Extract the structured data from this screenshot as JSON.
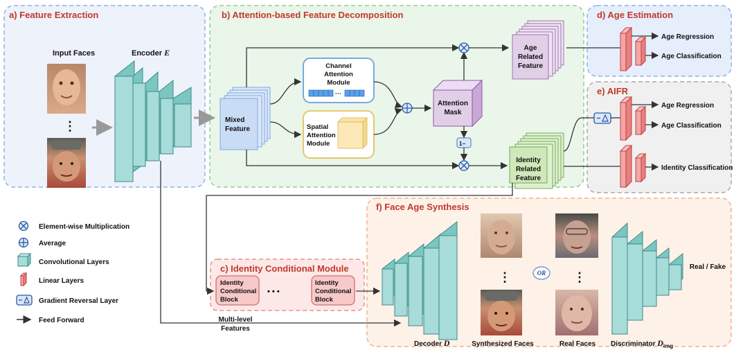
{
  "sections": {
    "feature_extraction": "a) Feature Extraction",
    "attention_decomp": "b) Attention-based Feature Decomposition",
    "icm": "c) Identity Conditional Module",
    "age_estimation": "d) Age Estimation",
    "aifr": "e) AIFR",
    "synthesis": "f) Face Age Synthesis"
  },
  "labels": {
    "input_faces": "Input Faces",
    "encoder": "Encoder",
    "encoder_sym": "E",
    "mixed_feature": [
      "Mixed",
      "Feature"
    ],
    "channel_attention": [
      "Channel",
      "Attention",
      "Module"
    ],
    "spatial_attention": [
      "Spatial",
      "Attention",
      "Module"
    ],
    "attention_mask": [
      "Attention",
      "Mask"
    ],
    "one_minus": "1−",
    "age_related": [
      "Age",
      "Related",
      "Feature"
    ],
    "identity_related": [
      "Identity",
      "Related",
      "Feature"
    ],
    "age_regression": "Age Regression",
    "age_classification": "Age Classification",
    "identity_classification": "Identity Classification",
    "icb": [
      "Identity",
      "Conditional",
      "Block"
    ],
    "dots": "• • •",
    "multi_level": [
      "Multi-level",
      "Features"
    ],
    "decoder": "Decoder",
    "decoder_sym": "D",
    "synthesized_faces": "Synthesized Faces",
    "or": "OR",
    "real_faces": "Real Faces",
    "discriminator": "Discriminator",
    "discriminator_sym": "D",
    "discriminator_sub": "img",
    "real_fake": "Real / Fake"
  },
  "legend": [
    {
      "icon": "element-wise-multiplication-icon",
      "label": "Element-wise Multiplication"
    },
    {
      "icon": "average-icon",
      "label": "Average"
    },
    {
      "icon": "convolutional-layer-icon",
      "label": "Convolutional Layers"
    },
    {
      "icon": "linear-layer-icon",
      "label": "Linear Layers"
    },
    {
      "icon": "gradient-reversal-icon",
      "label": "Gradient Reversal Layer"
    },
    {
      "icon": "feed-forward-arrow-icon",
      "label": "Feed Forward"
    }
  ],
  "colors": {
    "conv": "#a8dcd9",
    "linear": "#f4a6a6",
    "mixed": "#c9dcf5",
    "age": "#e1cfe8",
    "identity": "#cfe8b9",
    "spatial": "#fde9b8",
    "channel": "#5aa0e6",
    "section_title": "#c0392b"
  }
}
